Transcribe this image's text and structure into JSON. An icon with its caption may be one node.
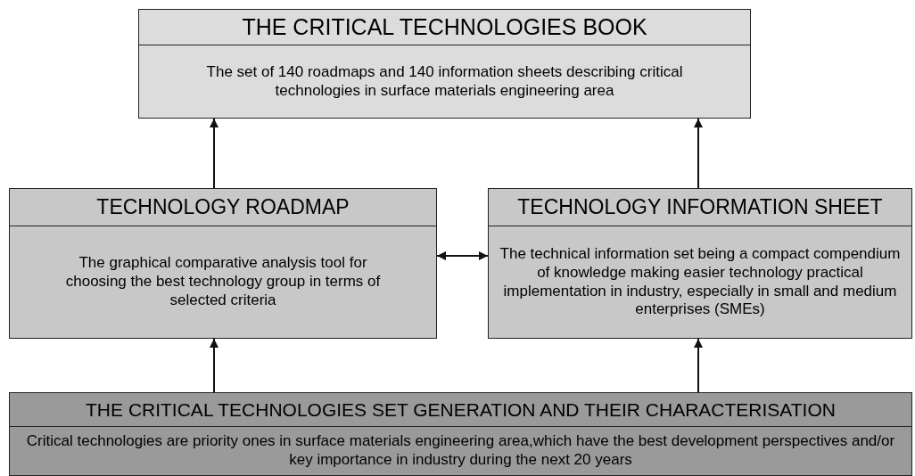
{
  "diagram": {
    "nodes": [
      {
        "text": [
          "THE CRITICAL TECHNOLOGIES BOOK",
          "The set of 140 roadmaps and 140 information sheets describing critical technologies in surface materials engineering area"
        ]
      },
      {
        "text": [
          "TECHNOLOGY ROADMAP",
          "The graphical comparative analysis tool for choosing the best technology group in terms of selected criteria"
        ]
      },
      {
        "text": [
          "TECHNOLOGY INFORMATION SHEET",
          "The technical information set being a compact compendium of knowledge making easier technology practical implementation in industry, especially in small and medium enterprises (SMEs)"
        ]
      },
      {
        "text": [
          "THE CRITICAL TECHNOLOGIES SET GENERATION AND THEIR CHARACTERISATION",
          "Critical technologies are priority ones in surface materials engineering area,which have the best development perspectives and/or key importance in industry during  the next 20 years"
        ]
      }
    ],
    "edges": [
      {
        "from": 1,
        "to": 0,
        "arrow": "to"
      },
      {
        "from": 2,
        "to": 0,
        "arrow": "to"
      },
      {
        "from": 1,
        "to": 2,
        "arrow": "both"
      },
      {
        "from": 3,
        "to": 1,
        "arrow": "to"
      },
      {
        "from": 3,
        "to": 2,
        "arrow": "to"
      }
    ]
  }
}
